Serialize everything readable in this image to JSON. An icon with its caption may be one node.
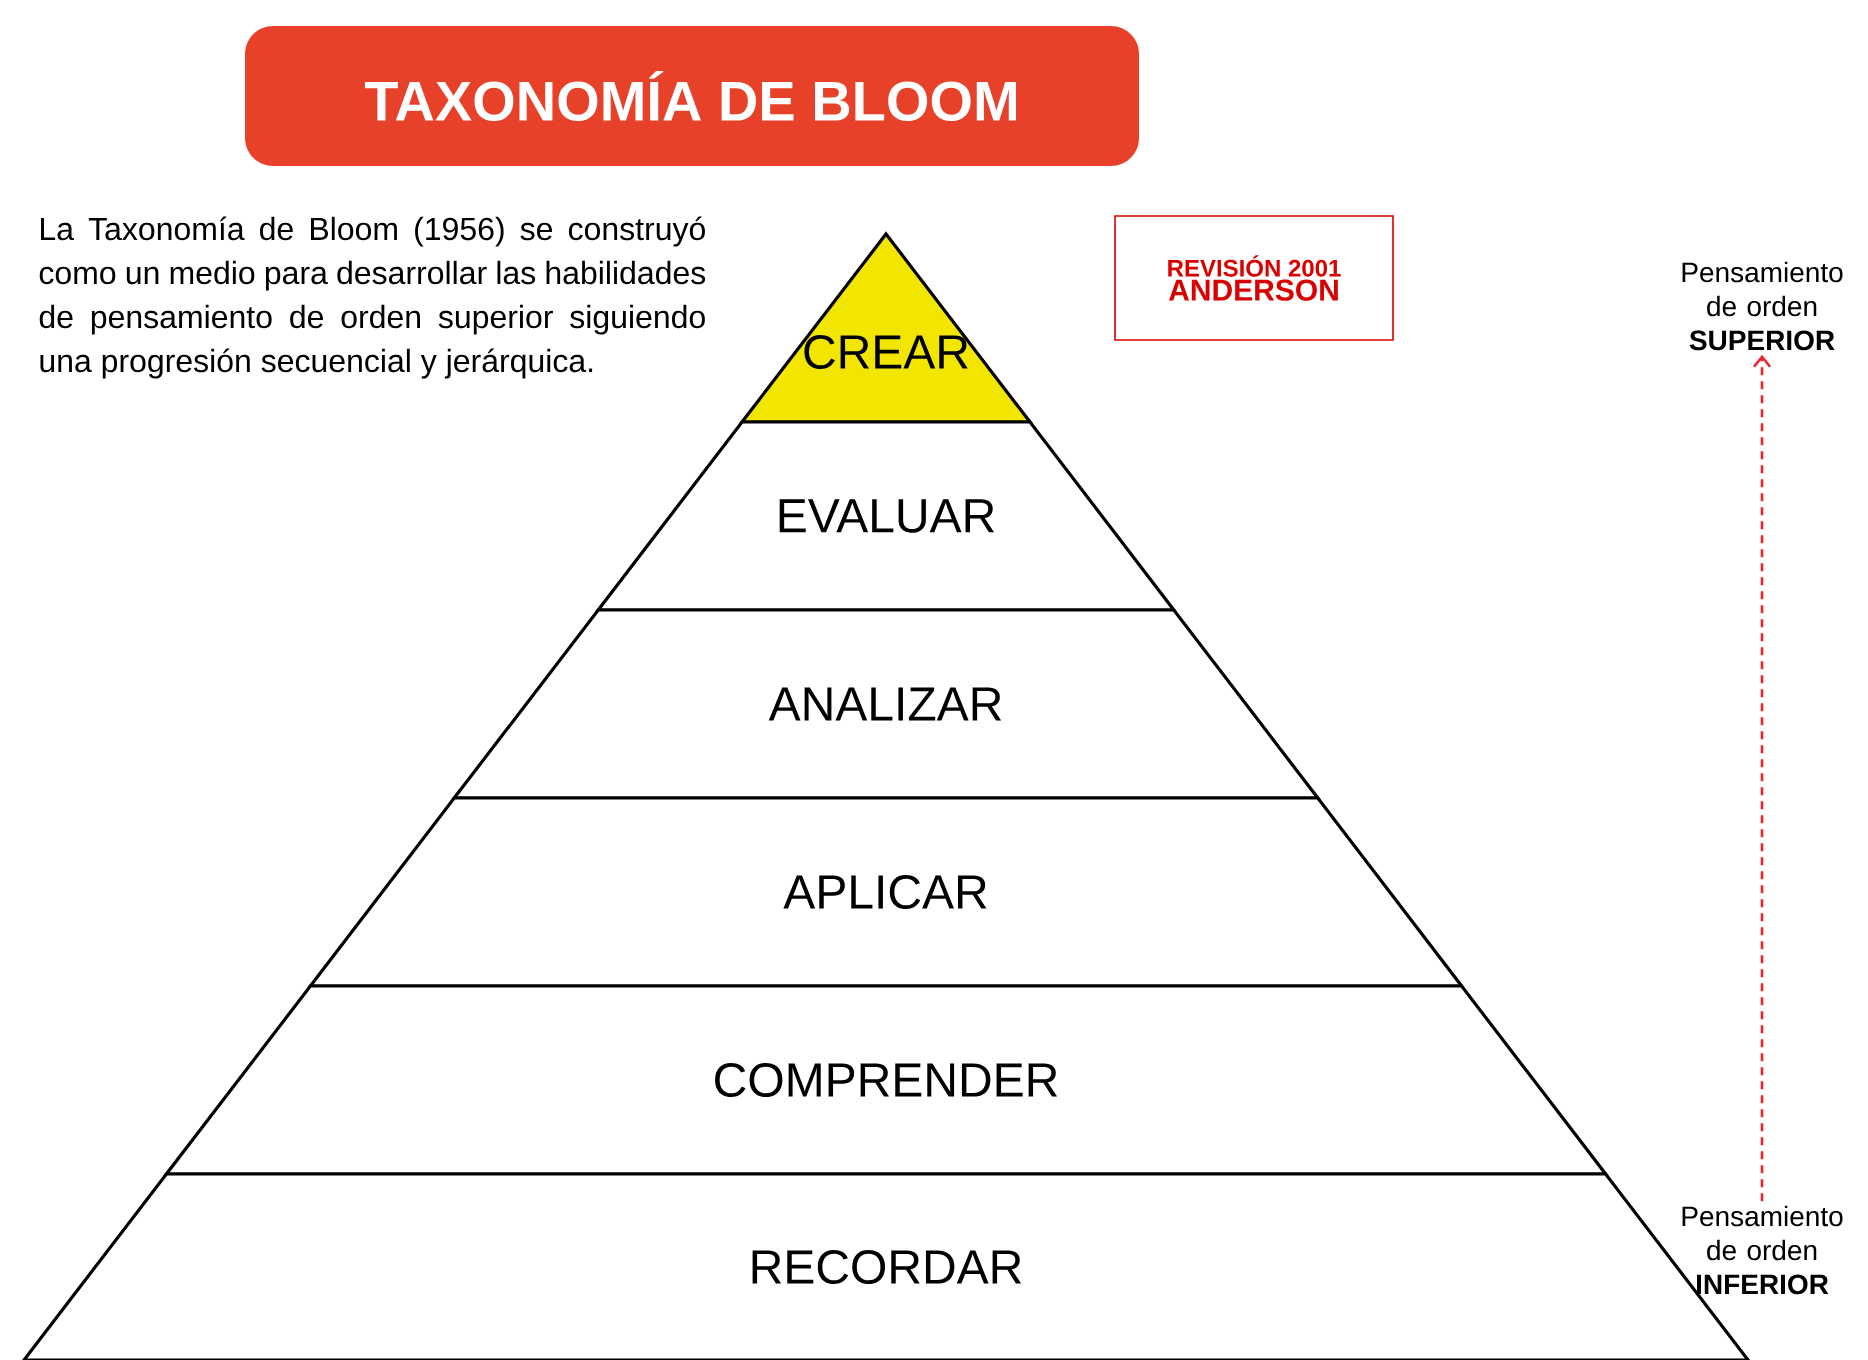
{
  "diagram": {
    "title": "TAXONOMÍA DE BLOOM",
    "nodes": [
      {
        "text": [
          "CREAR"
        ]
      },
      {
        "text": [
          "EVALUAR"
        ]
      },
      {
        "text": [
          "ANALIZAR"
        ]
      },
      {
        "text": [
          "APLICAR"
        ]
      },
      {
        "text": [
          "COMPRENDER"
        ]
      },
      {
        "text": [
          "RECORDAR"
        ]
      },
      {
        "text": [
          "REVISIÓN 2001",
          "ANDERSON"
        ]
      },
      {
        "text": [
          "Pensamiento de orden",
          "SUPERIOR"
        ]
      },
      {
        "text": [
          "Pensamiento de orden",
          "INFERIOR"
        ]
      }
    ],
    "edges": [
      {
        "from": 8,
        "to": 7,
        "arrow": "to",
        "style": "dashed",
        "color": "#e8262b"
      }
    ],
    "labels": [
      "La Taxonomía de Bloom (1956) se construyó como un medio para desarrollar las habilidades de pensamiento de orden superior siguiendo una progresión secuencial y jerárquica."
    ]
  }
}
